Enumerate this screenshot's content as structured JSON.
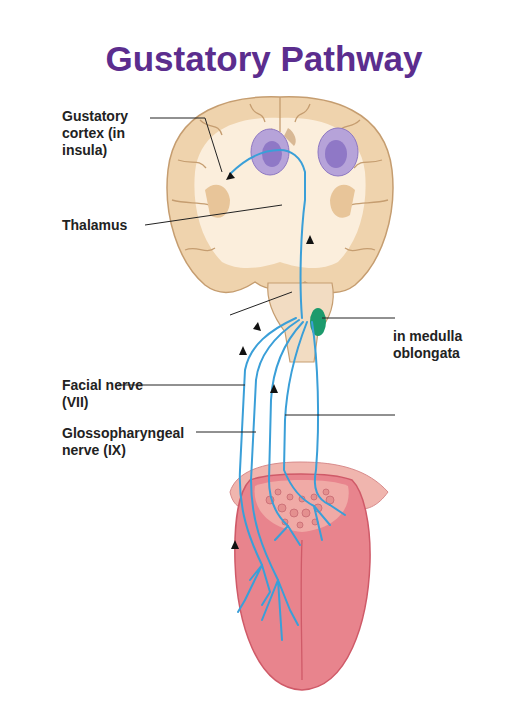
{
  "diagram": {
    "title": "Gustatory Pathway",
    "labels": [
      "Gustatory cortex (in insula)",
      "Thalamus",
      "in medulla oblongata",
      "Facial nerve (VII)",
      "Glossopharyngeal nerve (IX)"
    ]
  }
}
